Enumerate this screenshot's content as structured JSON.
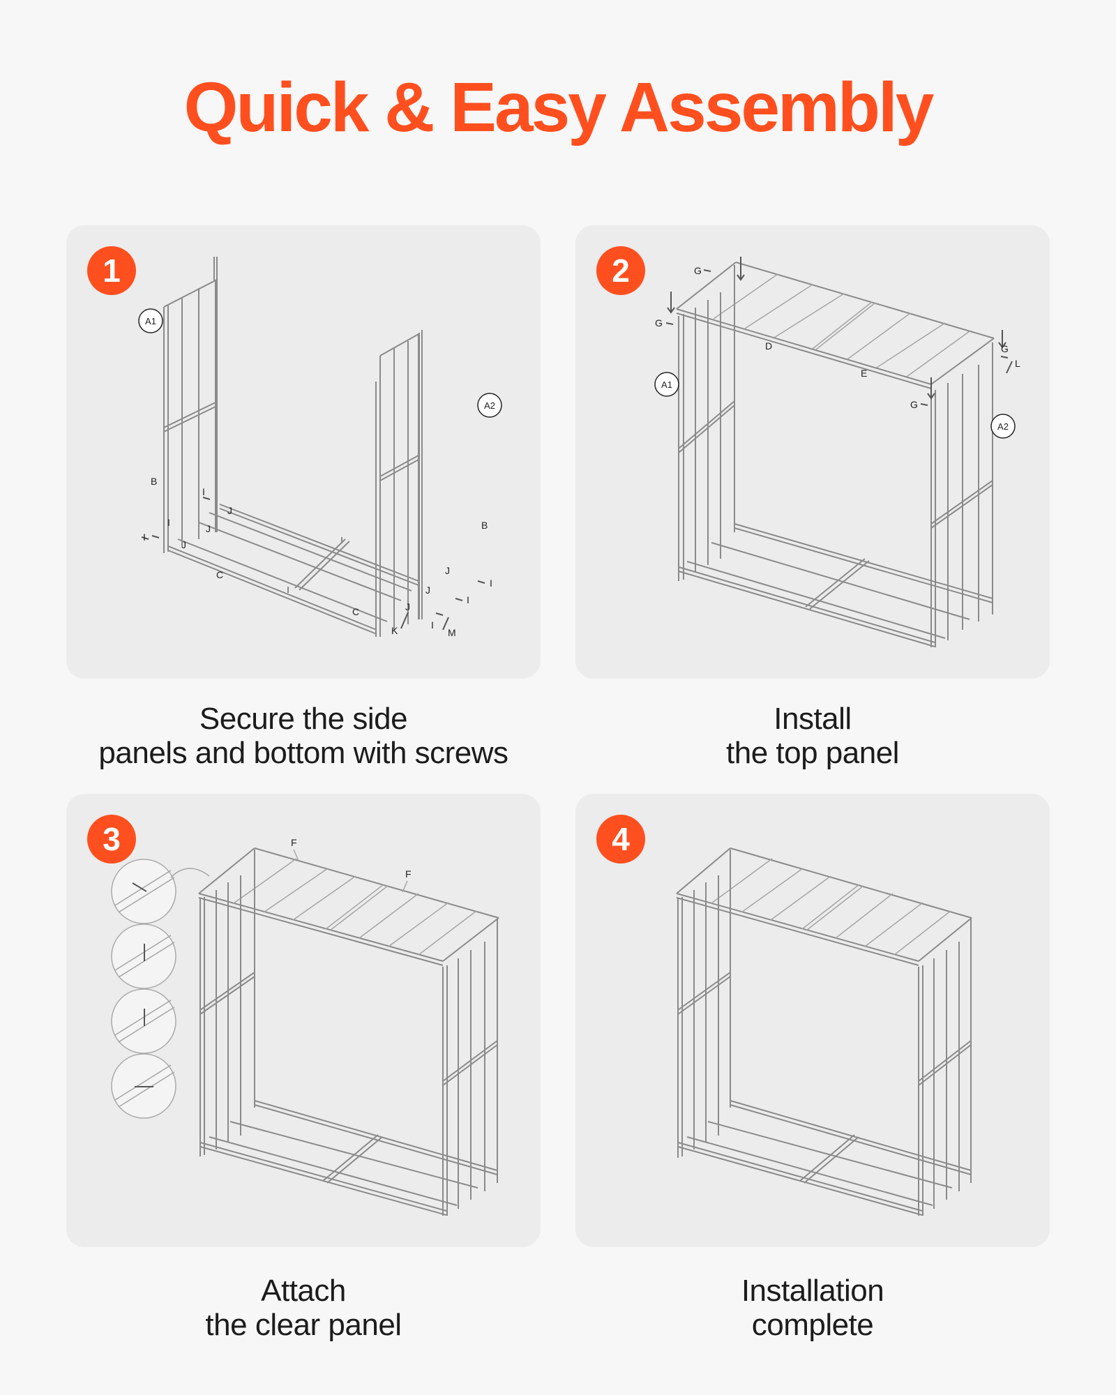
{
  "title": "Quick & Easy Assembly",
  "accent_color": "#ff4f1f",
  "steps": [
    {
      "number": "1",
      "caption_line1": "Secure the side",
      "caption_line2": "panels and bottom with screws",
      "labels": {
        "a1": "A1",
        "a2": "A2",
        "b_left": "B",
        "b_right": "B",
        "c_left": "C",
        "c_right": "C",
        "i1": "I",
        "i2": "I",
        "i3": "I",
        "i4": "I",
        "i5": "I",
        "i6": "I",
        "j1": "J",
        "j2": "J",
        "j3": "J",
        "j4": "J",
        "j5": "J",
        "j6": "J",
        "k": "K",
        "m": "M"
      }
    },
    {
      "number": "2",
      "caption_line1": "Install",
      "caption_line2": "the top panel",
      "labels": {
        "g1": "G",
        "g2": "G",
        "g3": "G",
        "g4": "G",
        "d": "D",
        "e": "E",
        "l": "L",
        "a1": "A1",
        "a2": "A2"
      }
    },
    {
      "number": "3",
      "caption_line1": "Attach",
      "caption_line2": "the clear panel",
      "labels": {
        "f1": "F",
        "f2": "F"
      }
    },
    {
      "number": "4",
      "caption_line1": "Installation",
      "caption_line2": "complete",
      "labels": {}
    }
  ]
}
